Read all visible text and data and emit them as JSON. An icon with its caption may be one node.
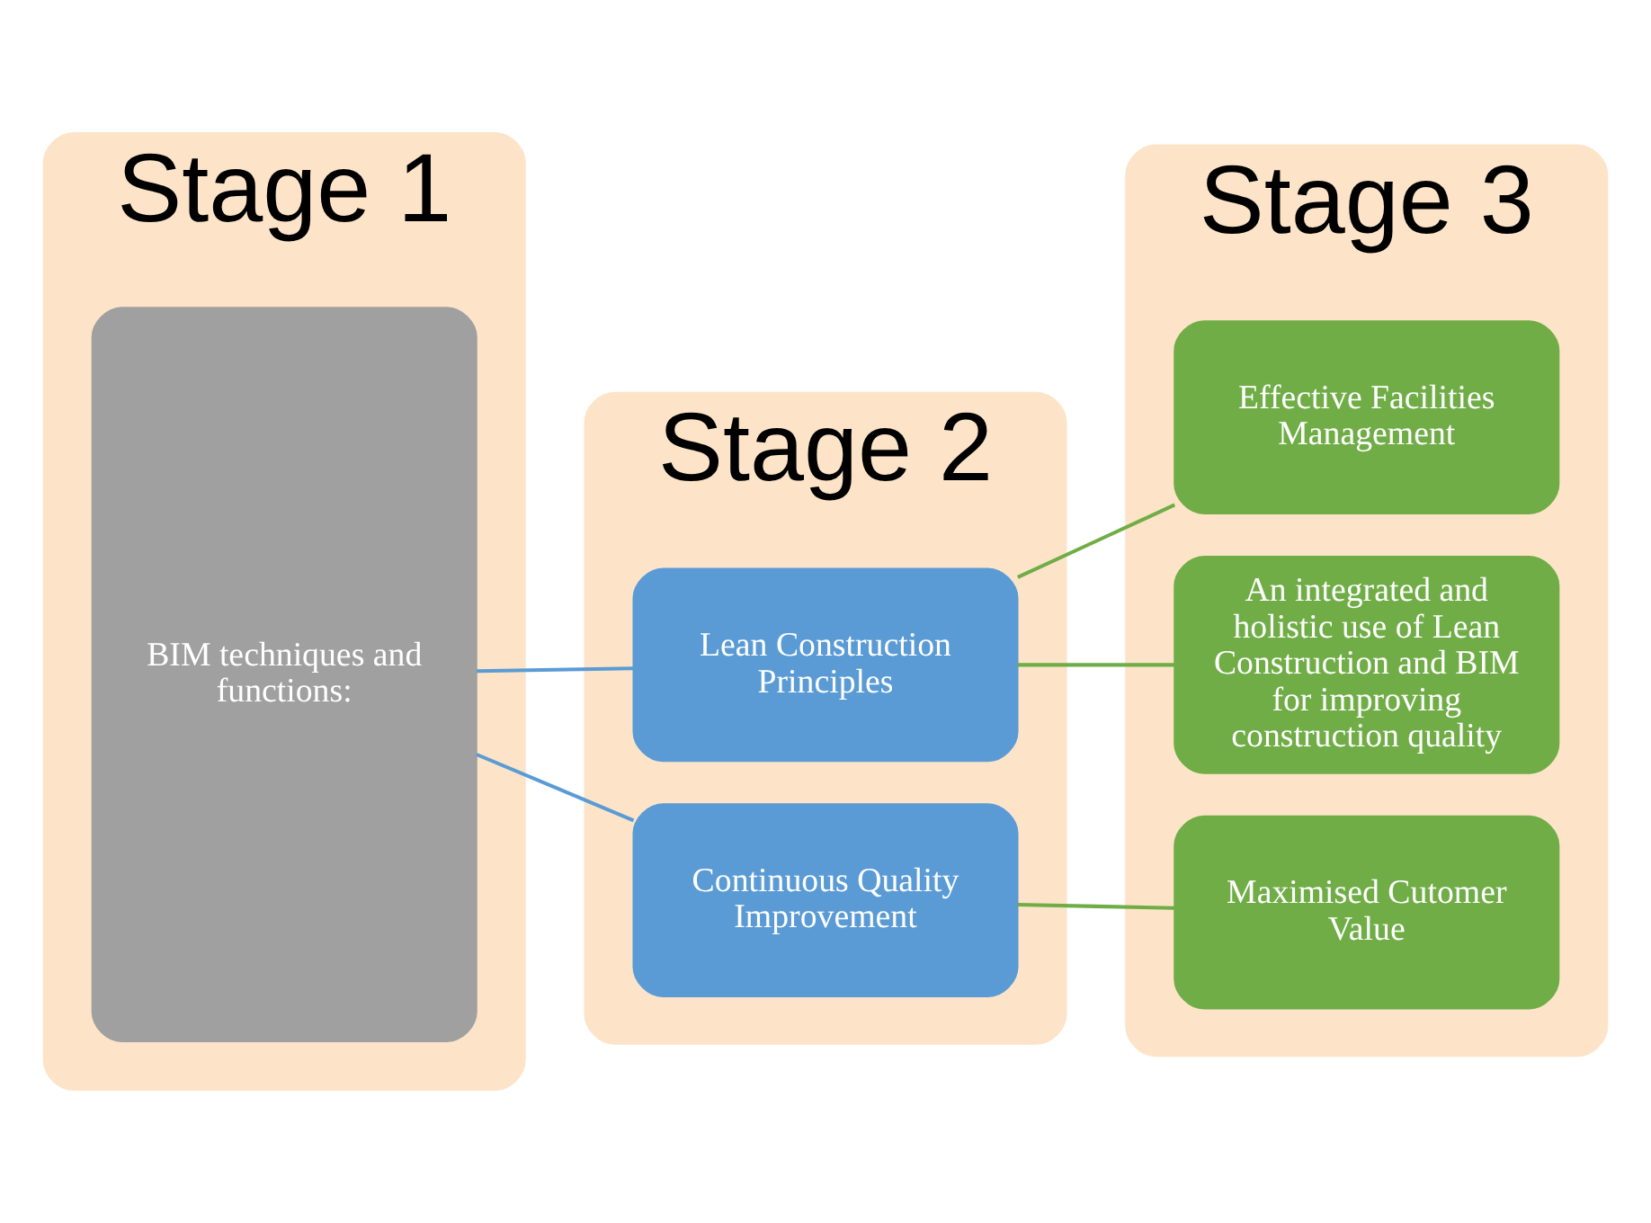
{
  "diagram": {
    "nodes": [
      {
        "text": [
          "Stage 1"
        ]
      },
      {
        "text": [
          "BIM techniques and functions:"
        ],
        "in": 0
      },
      {
        "text": [
          "Stage 2"
        ]
      },
      {
        "text": [
          "Lean Construction Principles"
        ],
        "in": 2
      },
      {
        "text": [
          "Continuous Quality Improvement"
        ],
        "in": 2
      },
      {
        "text": [
          "Stage 3"
        ]
      },
      {
        "text": [
          "Effective Facilities Management"
        ],
        "in": 5
      },
      {
        "text": [
          "An integrated and holistic use of Lean Construction and BIM for improving construction quality"
        ],
        "in": 5
      },
      {
        "text": [
          "Maximised Cutomer Value"
        ],
        "in": 5
      }
    ],
    "edges": [
      {
        "from": 1,
        "to": 3,
        "arrow": "none",
        "color": "#5b9bd5"
      },
      {
        "from": 1,
        "to": 4,
        "arrow": "none",
        "color": "#5b9bd5"
      },
      {
        "from": 3,
        "to": 6,
        "arrow": "none"
      },
      {
        "from": 3,
        "to": 7,
        "arrow": "none"
      },
      {
        "from": 4,
        "to": 8,
        "arrow": "none"
      }
    ]
  }
}
